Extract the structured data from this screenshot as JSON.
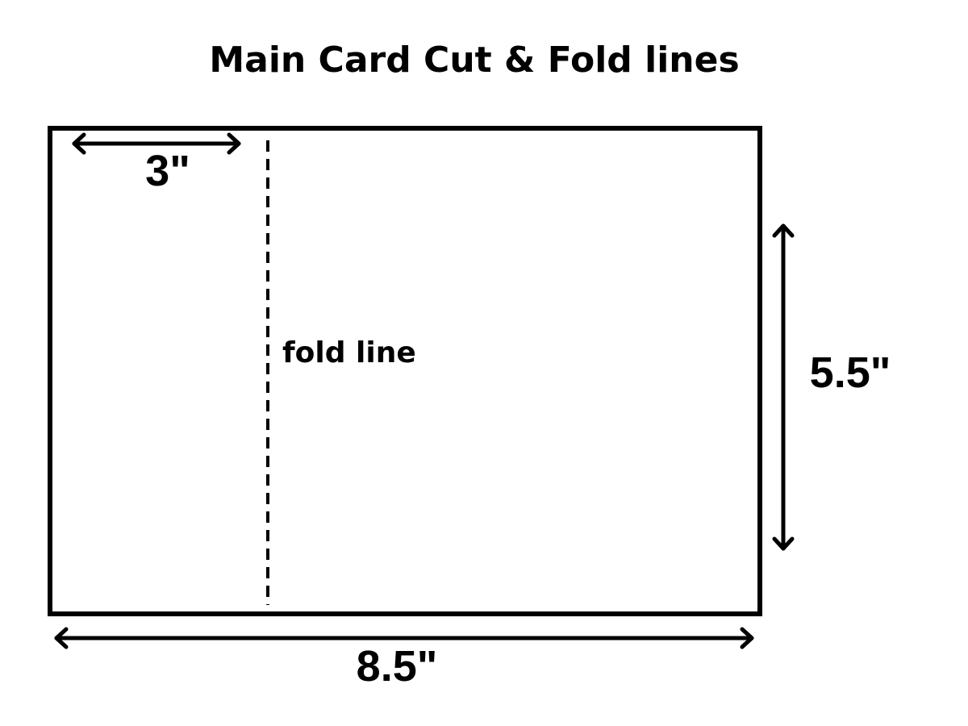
{
  "title": "Main Card Cut & Fold lines",
  "labels": {
    "fold_width": "3\"",
    "fold_line": "fold line",
    "height": "5.5\"",
    "width": "8.5\""
  },
  "colors": {
    "stroke": "#000000",
    "background": "#ffffff"
  }
}
